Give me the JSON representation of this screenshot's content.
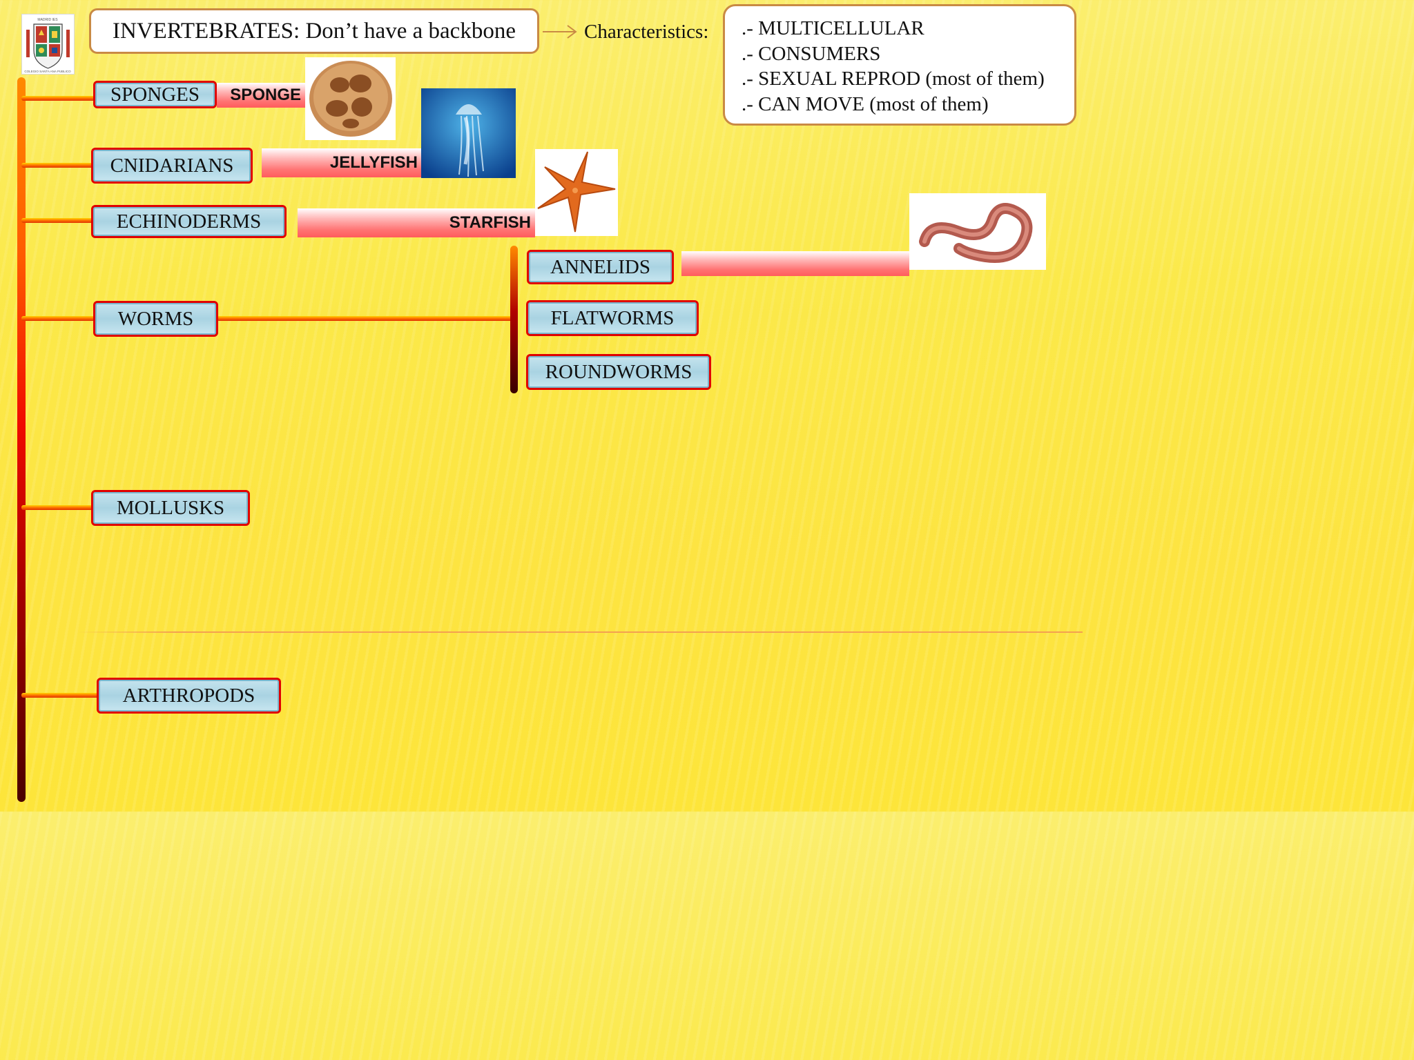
{
  "title": "INVERTEBRATES: Don’t have a backbone",
  "characteristics_label": "Characteristics:",
  "characteristics": [
    ".- MULTICELLULAR",
    ".- CONSUMERS",
    ".- SEXUAL REPROD (most of them)",
    ".- CAN MOVE (most of them)"
  ],
  "groups": {
    "sponges": "SPONGES",
    "cnidarians": "CNIDARIANS",
    "echinoderms": "ECHINODERMS",
    "worms": "WORMS",
    "mollusks": "MOLLUSKS",
    "arthropods": "ARTHROPODS"
  },
  "worm_types": {
    "annelids": "ANNELIDS",
    "flatworms": "FLATWORMS",
    "roundworms": "ROUNDWORMS"
  },
  "examples": {
    "sponge": "SPONGE",
    "jellyfish": "JELLYFISH",
    "starfish": "STARFISH"
  },
  "logo_text": "MADRID IES COLEGIO SANTA ANA PUBLICO",
  "colors": {
    "box_border": "#e00000",
    "box_fill": "#a9d3e2",
    "title_border": "#c98a44"
  }
}
